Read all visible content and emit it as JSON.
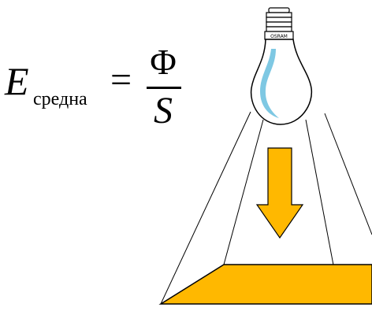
{
  "formula": {
    "symbol": "E",
    "subscript": "средна",
    "equals": "=",
    "numerator": "Φ",
    "denominator": "S"
  },
  "bulb": {
    "brand": "OSRAM"
  },
  "colors": {
    "arrow_fill": "#FFB800",
    "surface_fill": "#FFB800",
    "filament": "#7EC8E3",
    "outline": "#000000"
  }
}
